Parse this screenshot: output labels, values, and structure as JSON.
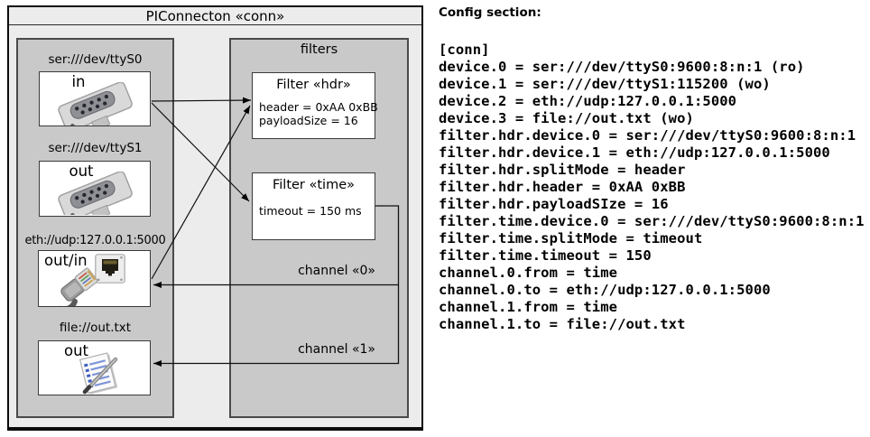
{
  "diagram": {
    "title": "PIConnecton «conn»",
    "devices": [
      {
        "label": "ser:///dev/ttyS0",
        "port": "in",
        "icon": "serial-connector"
      },
      {
        "label": "ser:///dev/ttyS1",
        "port": "out",
        "icon": "serial-connector"
      },
      {
        "label": "eth://udp:127.0.0.1:5000",
        "port": "out/in",
        "icon": "ethernet-port-and-cable"
      },
      {
        "label": "file://out.txt",
        "port": "out",
        "icon": "notepad-pen"
      }
    ],
    "filters_title": "filters",
    "filters": [
      {
        "title": "Filter «hdr»",
        "lines": [
          "header = 0xAA 0xBB",
          "payloadSize = 16"
        ]
      },
      {
        "title": "Filter «time»",
        "lines": [
          "timeout = 150 ms"
        ]
      }
    ],
    "channels": [
      {
        "label": "channel «0»"
      },
      {
        "label": "channel «1»"
      }
    ]
  },
  "config": {
    "heading": "Config section:",
    "lines": [
      "[conn]",
      "device.0 = ser:///dev/ttyS0:9600:8:n:1 (ro)",
      "device.1 = ser:///dev/ttyS1:115200 (wo)",
      "device.2 = eth://udp:127.0.0.1:5000",
      "device.3 = file://out.txt (wo)",
      "filter.hdr.device.0 = ser:///dev/ttyS0:9600:8:n:1",
      "filter.hdr.device.1 = eth://udp:127.0.0.1:5000",
      "filter.hdr.splitMode = header",
      "filter.hdr.header = 0xAA 0xBB",
      "filter.hdr.payloadSIze = 16",
      "filter.time.device.0 = ser:///dev/ttyS0:9600:8:n:1",
      "filter.time.splitMode = timeout",
      "filter.time.timeout = 150",
      "channel.0.from = time",
      "channel.0.to = eth://udp:127.0.0.1:5000",
      "channel.1.from = time",
      "channel.1.to = file://out.txt"
    ]
  },
  "colors": {
    "page_bg": "#ffffff",
    "diagram_bg": "#ececec",
    "panel_bg": "#c9c9c9",
    "box_bg": "#ffffff",
    "outer_border": "#0c0c0c",
    "panel_border": "#4a4a4a",
    "text": "#000000",
    "note_line_blue": "#7e96d8"
  }
}
